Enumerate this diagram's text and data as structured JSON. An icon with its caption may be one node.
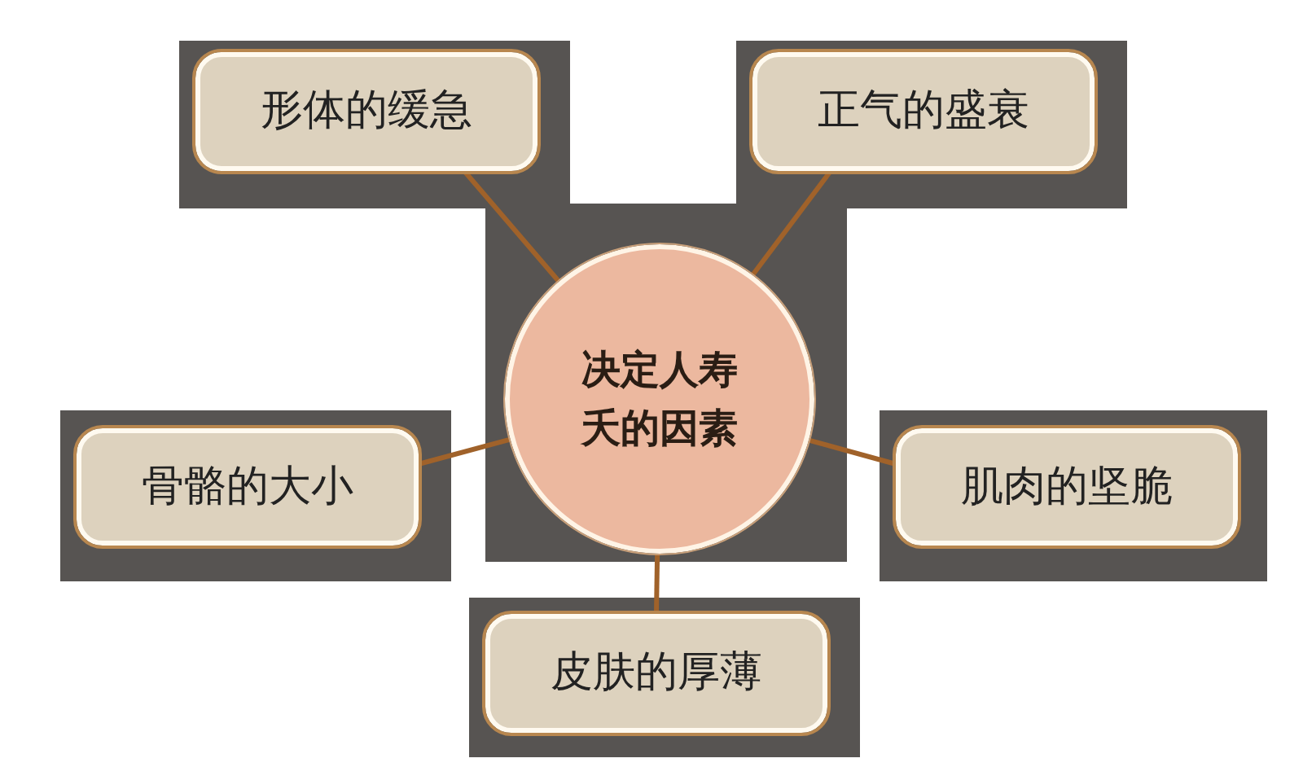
{
  "diagram": {
    "nodes": [
      {
        "text": [
          "决定人寿夭的因素"
        ]
      },
      {
        "text": [
          "形体的缓急"
        ]
      },
      {
        "text": [
          "正气的盛衰"
        ]
      },
      {
        "text": [
          "骨骼的大小"
        ]
      },
      {
        "text": [
          "肌肉的坚脆"
        ]
      },
      {
        "text": [
          "皮肤的厚薄"
        ]
      }
    ],
    "edges": [
      {
        "from": 0,
        "to": 1,
        "arrow": "none"
      },
      {
        "from": 0,
        "to": 2,
        "arrow": "none"
      },
      {
        "from": 0,
        "to": 3,
        "arrow": "none"
      },
      {
        "from": 0,
        "to": 4,
        "arrow": "none"
      },
      {
        "from": 0,
        "to": 5,
        "arrow": "none"
      }
    ]
  }
}
